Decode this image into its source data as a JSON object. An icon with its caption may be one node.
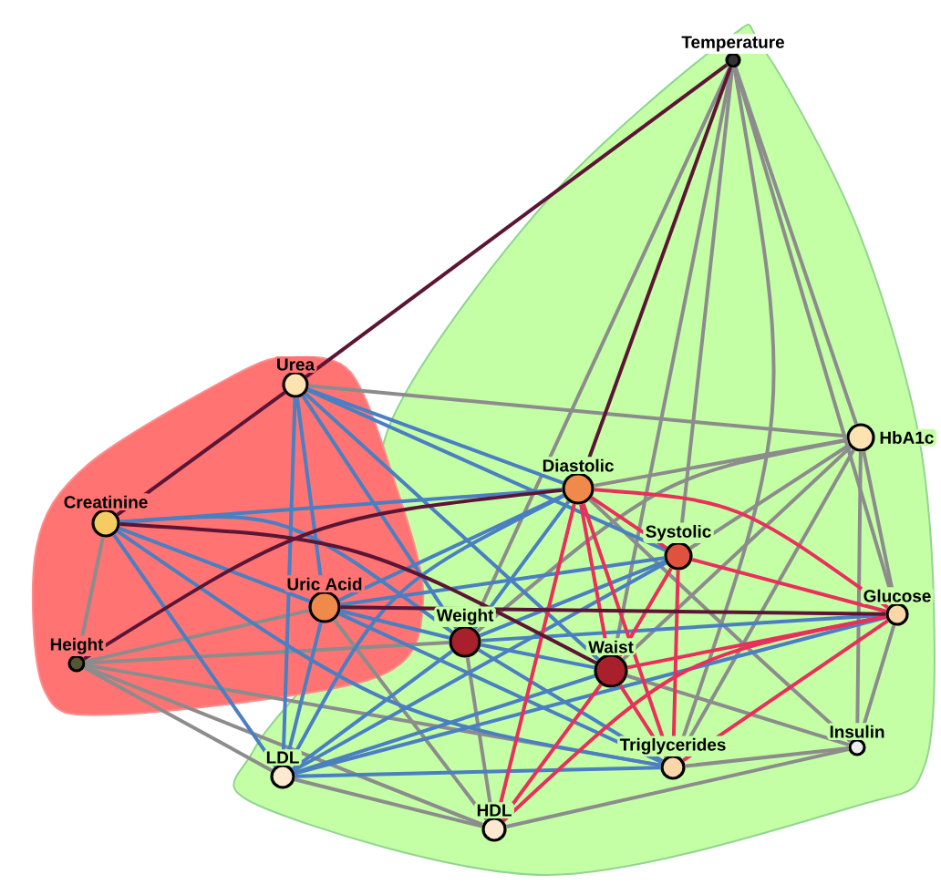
{
  "diagram": {
    "nodes": [
      {
        "text": [
          "Temperature"
        ]
      },
      {
        "text": [
          "Urea"
        ]
      },
      {
        "text": [
          "HbA1c"
        ]
      },
      {
        "text": [
          "Creatinine"
        ]
      },
      {
        "text": [
          "Diastolic"
        ]
      },
      {
        "text": [
          "Systolic"
        ]
      },
      {
        "text": [
          "Glucose"
        ]
      },
      {
        "text": [
          "Uric Acid"
        ]
      },
      {
        "text": [
          "Weight"
        ]
      },
      {
        "text": [
          "Waist"
        ]
      },
      {
        "text": [
          "Height"
        ]
      },
      {
        "text": [
          "LDL"
        ]
      },
      {
        "text": [
          "Triglycerides"
        ]
      },
      {
        "text": [
          "Insulin"
        ]
      },
      {
        "text": [
          "HDL"
        ]
      }
    ],
    "edges": [
      {
        "from": 0,
        "to": 2,
        "arrow": "none"
      },
      {
        "from": 0,
        "to": 6,
        "arrow": "none"
      },
      {
        "from": 0,
        "to": 5,
        "arrow": "none"
      },
      {
        "from": 0,
        "to": 9,
        "arrow": "none"
      },
      {
        "from": 0,
        "to": 8,
        "arrow": "none"
      },
      {
        "from": 0,
        "to": 12,
        "arrow": "none"
      },
      {
        "from": 1,
        "to": 2,
        "arrow": "none"
      },
      {
        "from": 2,
        "to": 4,
        "arrow": "none"
      },
      {
        "from": 2,
        "to": 5,
        "arrow": "none"
      },
      {
        "from": 2,
        "to": 6,
        "arrow": "none"
      },
      {
        "from": 2,
        "to": 13,
        "arrow": "none"
      },
      {
        "from": 2,
        "to": 8,
        "arrow": "none"
      },
      {
        "from": 2,
        "to": 9,
        "arrow": "none"
      },
      {
        "from": 2,
        "to": 12,
        "arrow": "none"
      },
      {
        "from": 10,
        "to": 11,
        "arrow": "none"
      },
      {
        "from": 10,
        "to": 3,
        "arrow": "none"
      },
      {
        "from": 10,
        "to": 7,
        "arrow": "none"
      },
      {
        "from": 10,
        "to": 8,
        "arrow": "none"
      },
      {
        "from": 10,
        "to": 12,
        "arrow": "none"
      },
      {
        "from": 10,
        "to": 14,
        "arrow": "none"
      },
      {
        "from": 13,
        "to": 6,
        "arrow": "none"
      },
      {
        "from": 13,
        "to": 12,
        "arrow": "none"
      },
      {
        "from": 13,
        "to": 9,
        "arrow": "none"
      },
      {
        "from": 13,
        "to": 14,
        "arrow": "none"
      },
      {
        "from": 13,
        "to": 4,
        "arrow": "none"
      },
      {
        "from": 14,
        "to": 11,
        "arrow": "none"
      },
      {
        "from": 14,
        "to": 7,
        "arrow": "none"
      },
      {
        "from": 14,
        "to": 8,
        "arrow": "none"
      },
      {
        "from": 1,
        "to": 7,
        "arrow": "none",
        "color": "#4a7fc1"
      },
      {
        "from": 1,
        "to": 8,
        "arrow": "none",
        "color": "#4a7fc1"
      },
      {
        "from": 1,
        "to": 9,
        "arrow": "none",
        "color": "#4a7fc1"
      },
      {
        "from": 1,
        "to": 11,
        "arrow": "none",
        "color": "#4a7fc1"
      },
      {
        "from": 1,
        "to": 4,
        "arrow": "none",
        "color": "#4a7fc1"
      },
      {
        "from": 1,
        "to": 5,
        "arrow": "none",
        "color": "#4a7fc1"
      },
      {
        "from": 3,
        "to": 7,
        "arrow": "none",
        "color": "#4a7fc1"
      },
      {
        "from": 3,
        "to": 8,
        "arrow": "none",
        "color": "#4a7fc1"
      },
      {
        "from": 3,
        "to": 4,
        "arrow": "none",
        "color": "#4a7fc1"
      },
      {
        "from": 3,
        "to": 11,
        "arrow": "none",
        "color": "#4a7fc1"
      },
      {
        "from": 3,
        "to": 12,
        "arrow": "none",
        "color": "#4a7fc1"
      },
      {
        "from": 7,
        "to": 8,
        "arrow": "none",
        "color": "#4a7fc1"
      },
      {
        "from": 7,
        "to": 11,
        "arrow": "none",
        "color": "#4a7fc1"
      },
      {
        "from": 7,
        "to": 12,
        "arrow": "none",
        "color": "#4a7fc1"
      },
      {
        "from": 7,
        "to": 4,
        "arrow": "none",
        "color": "#4a7fc1"
      },
      {
        "from": 7,
        "to": 5,
        "arrow": "none",
        "color": "#4a7fc1"
      },
      {
        "from": 11,
        "to": 8,
        "arrow": "none",
        "color": "#4a7fc1"
      },
      {
        "from": 11,
        "to": 9,
        "arrow": "none",
        "color": "#4a7fc1"
      },
      {
        "from": 11,
        "to": 12,
        "arrow": "none",
        "color": "#4a7fc1"
      },
      {
        "from": 11,
        "to": 4,
        "arrow": "none",
        "color": "#4a7fc1"
      },
      {
        "from": 11,
        "to": 5,
        "arrow": "none",
        "color": "#4a7fc1"
      },
      {
        "from": 11,
        "to": 6,
        "arrow": "none",
        "color": "#4a7fc1"
      },
      {
        "from": 8,
        "to": 9,
        "arrow": "none",
        "color": "#4a7fc1"
      },
      {
        "from": 8,
        "to": 4,
        "arrow": "none",
        "color": "#4a7fc1"
      },
      {
        "from": 8,
        "to": 5,
        "arrow": "none",
        "color": "#4a7fc1"
      },
      {
        "from": 8,
        "to": 6,
        "arrow": "none",
        "color": "#4a7fc1"
      },
      {
        "from": 8,
        "to": 12,
        "arrow": "none",
        "color": "#4a7fc1"
      },
      {
        "from": 4,
        "to": 5,
        "arrow": "none",
        "color": "#e8305a"
      },
      {
        "from": 4,
        "to": 9,
        "arrow": "none",
        "color": "#e8305a"
      },
      {
        "from": 4,
        "to": 12,
        "arrow": "none",
        "color": "#e8305a"
      },
      {
        "from": 4,
        "to": 6,
        "arrow": "none",
        "color": "#e8305a"
      },
      {
        "from": 4,
        "to": 14,
        "arrow": "none",
        "color": "#e8305a"
      },
      {
        "from": 5,
        "to": 9,
        "arrow": "none",
        "color": "#e8305a"
      },
      {
        "from": 5,
        "to": 12,
        "arrow": "none",
        "color": "#e8305a"
      },
      {
        "from": 5,
        "to": 6,
        "arrow": "none",
        "color": "#e8305a"
      },
      {
        "from": 9,
        "to": 6,
        "arrow": "none",
        "color": "#e8305a"
      },
      {
        "from": 9,
        "to": 12,
        "arrow": "none",
        "color": "#e8305a"
      },
      {
        "from": 9,
        "to": 14,
        "arrow": "none",
        "color": "#e8305a"
      },
      {
        "from": 6,
        "to": 12,
        "arrow": "none",
        "color": "#e8305a"
      },
      {
        "from": 6,
        "to": 14,
        "arrow": "none",
        "color": "#e8305a"
      },
      {
        "from": 0,
        "to": 1,
        "arrow": "none",
        "color": "#5c1535"
      },
      {
        "from": 0,
        "to": 4,
        "arrow": "none",
        "color": "#5c1535"
      },
      {
        "from": 1,
        "to": 3,
        "arrow": "none",
        "color": "#5c1535"
      },
      {
        "from": 10,
        "to": 4,
        "arrow": "none",
        "color": "#5c1535"
      },
      {
        "from": 3,
        "to": 9,
        "arrow": "none",
        "color": "#5c1535"
      },
      {
        "from": 7,
        "to": 6,
        "arrow": "none",
        "color": "#5c1535"
      }
    ]
  }
}
